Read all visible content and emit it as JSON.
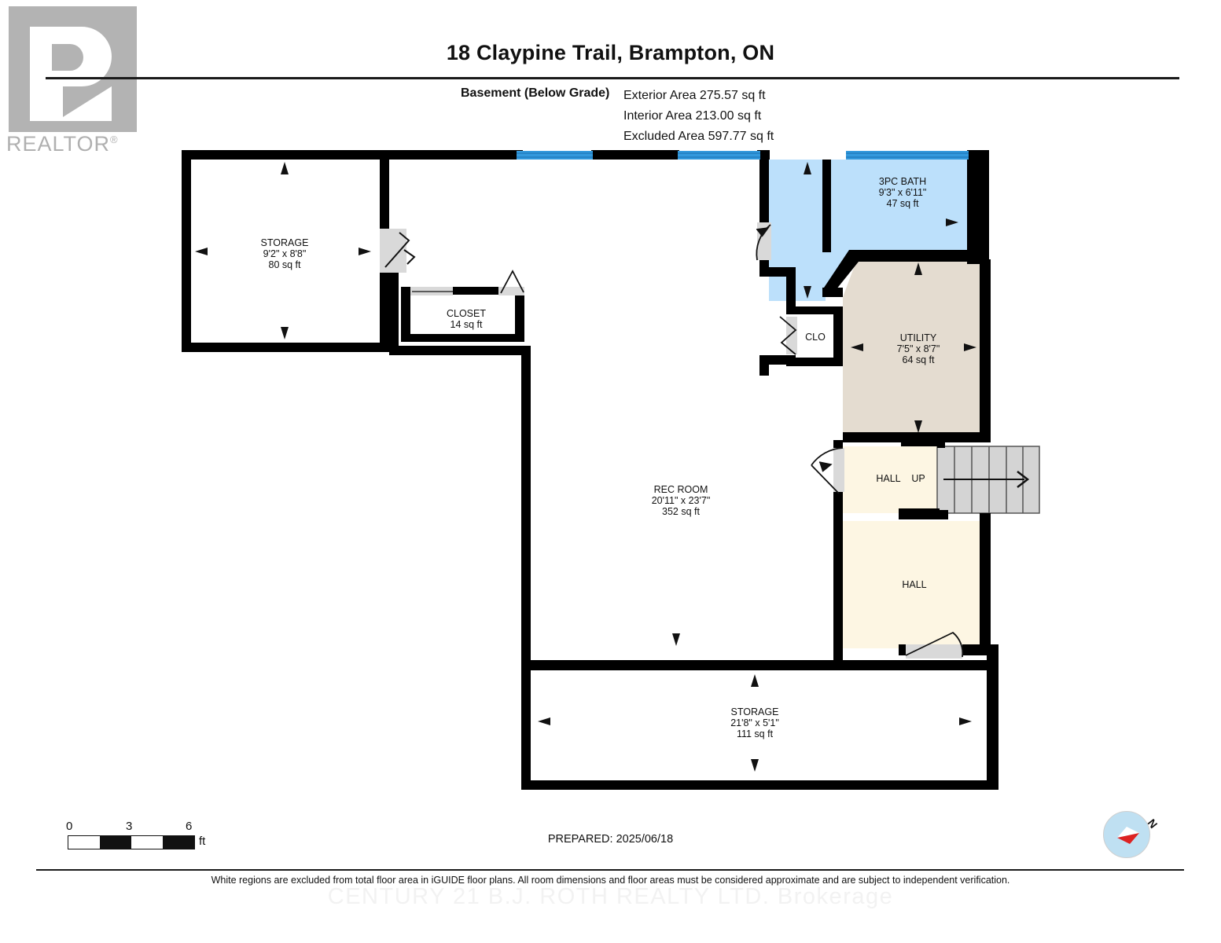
{
  "logo": {
    "name": "REALTOR",
    "registered": "®"
  },
  "header": {
    "title": "18 Claypine Trail, Brampton, ON",
    "floor_label": "Basement (Below Grade)",
    "exterior_area": "Exterior Area 275.57 sq ft",
    "interior_area": "Interior Area 213.00 sq ft",
    "excluded_area": "Excluded Area 597.77 sq ft"
  },
  "rooms": [
    {
      "id": "storage-upper",
      "name": "STORAGE",
      "dims": "9'2\" x 8'8\"",
      "area": "80 sq ft",
      "fill": "#ffffff"
    },
    {
      "id": "closet",
      "name": "CLOSET",
      "dims": "",
      "area": "14 sq ft",
      "fill": "#ffffff"
    },
    {
      "id": "bath",
      "name": "3PC BATH",
      "dims": "9'3\" x 6'11\"",
      "area": "47 sq ft",
      "fill": "#bce0fb"
    },
    {
      "id": "utility",
      "name": "UTILITY",
      "dims": "7'5\" x 8'7\"",
      "area": "64 sq ft",
      "fill": "#e4dcd0"
    },
    {
      "id": "clo",
      "name": "CLO",
      "dims": "",
      "area": "",
      "fill": "#ffffff"
    },
    {
      "id": "rec-room",
      "name": "REC ROOM",
      "dims": "20'11\" x 23'7\"",
      "area": "352 sq ft",
      "fill": "#ffffff"
    },
    {
      "id": "hall-upper",
      "name": "HALL",
      "dims": "",
      "area": "",
      "fill": "#fdf6e3"
    },
    {
      "id": "stairs-up",
      "name": "UP",
      "dims": "",
      "area": "",
      "fill": "#d4d4d4"
    },
    {
      "id": "hall-lower",
      "name": "HALL",
      "dims": "",
      "area": "",
      "fill": "#fdf6e3"
    },
    {
      "id": "storage-lower",
      "name": "STORAGE",
      "dims": "21'8\" x 5'1\"",
      "area": "111 sq ft",
      "fill": "#ffffff"
    }
  ],
  "colors": {
    "wall": "#000000",
    "bath_fill": "#bce0fb",
    "utility_fill": "#e4dcd0",
    "hall_fill": "#fdf6e3",
    "stairs_fill": "#d4d4d4",
    "door_fill": "#d9d9d9",
    "window": "#3399dd",
    "logo_gray": "#b3b3b3"
  },
  "scale": {
    "ticks": [
      "0",
      "3",
      "6"
    ],
    "unit": "ft"
  },
  "compass": {
    "label": "N"
  },
  "footer": {
    "prepared": "PREPARED: 2025/06/18",
    "disclaimer": "White regions are excluded from total floor area in iGUIDE floor plans. All room dimensions and floor areas must be considered approximate and are subject to independent verification.",
    "watermark": "CENTURY 21 B.J. ROTH REALTY LTD. Brokerage"
  }
}
